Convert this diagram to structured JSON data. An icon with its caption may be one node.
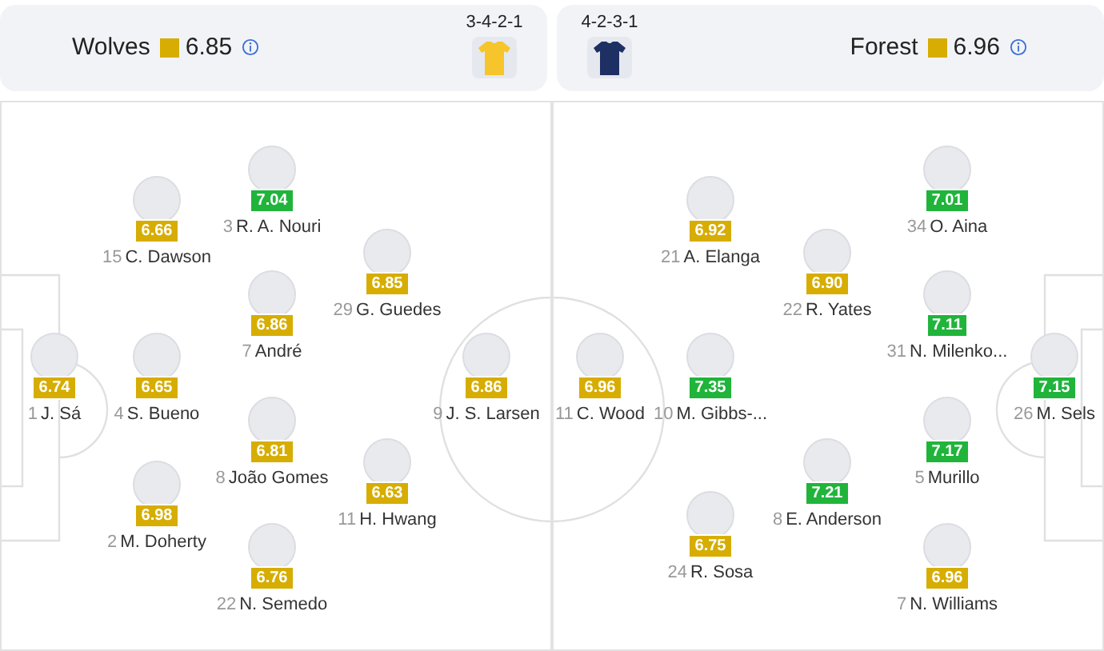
{
  "diagram": {
    "nodes": [
      {
        "text": [
          "Wolves",
          "6.85",
          "3-4-2-1"
        ]
      },
      {
        "text": [
          "4-2-3-1",
          "Forest",
          "6.96"
        ]
      },
      {
        "text": [],
        "shape": "box"
      },
      {
        "text": [],
        "shape": "box"
      },
      {
        "text": [
          "7.04",
          "3",
          "R. A. Nouri"
        ],
        "in": 2
      },
      {
        "text": [
          "6.66",
          "15",
          "C. Dawson"
        ],
        "in": 2
      },
      {
        "text": [
          "6.85",
          "29",
          "G. Guedes"
        ],
        "in": 2
      },
      {
        "text": [
          "6.86",
          "7",
          "André"
        ],
        "in": 2
      },
      {
        "text": [
          "6.74",
          "1",
          "J. Sá"
        ],
        "in": 2
      },
      {
        "text": [
          "6.65",
          "4",
          "S. Bueno"
        ],
        "in": 2
      },
      {
        "text": [
          "6.86",
          "9",
          "J. S. Larsen"
        ],
        "in": 2
      },
      {
        "text": [
          "6.81",
          "8",
          "João Gomes"
        ],
        "in": 2
      },
      {
        "text": [
          "6.63",
          "11",
          "H. Hwang"
        ],
        "in": 2
      },
      {
        "text": [
          "6.98",
          "2",
          "M. Doherty"
        ],
        "in": 2
      },
      {
        "text": [
          "6.76",
          "22",
          "N. Semedo"
        ],
        "in": 2
      },
      {
        "text": [
          "7.01",
          "34",
          "O. Aina"
        ],
        "in": 3
      },
      {
        "text": [
          "6.92",
          "21",
          "A. Elanga"
        ],
        "in": 3
      },
      {
        "text": [
          "6.90",
          "22",
          "R. Yates"
        ],
        "in": 3
      },
      {
        "text": [
          "7.11",
          "31",
          "N. Milenko..."
        ],
        "in": 3
      },
      {
        "text": [
          "6.96",
          "11",
          "C. Wood"
        ],
        "in": 3
      },
      {
        "text": [
          "7.35",
          "10",
          "M. Gibbs-..."
        ],
        "in": 3
      },
      {
        "text": [
          "7.15",
          "26",
          "M. Sels"
        ],
        "in": 3
      },
      {
        "text": [
          "7.17",
          "5",
          "Murillo"
        ],
        "in": 3
      },
      {
        "text": [
          "7.21",
          "8",
          "E. Anderson"
        ],
        "in": 3
      },
      {
        "text": [
          "6.75",
          "24",
          "R. Sosa"
        ],
        "in": 3
      },
      {
        "text": [
          "6.96",
          "7",
          "N. Williams"
        ],
        "in": 3
      }
    ]
  }
}
